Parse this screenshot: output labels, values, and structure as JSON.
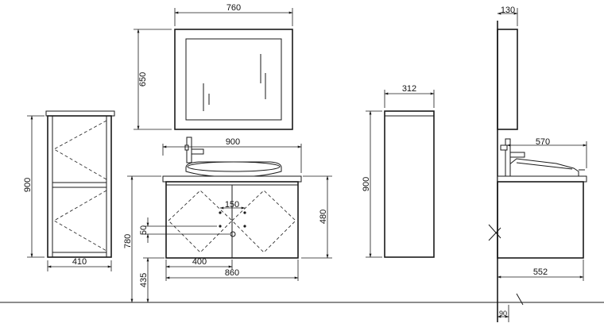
{
  "drawing": {
    "dimensions": {
      "mirror_width": "760",
      "mirror_height": "650",
      "side_cabinet_width": "312",
      "side_view_mirror_depth": "130",
      "side_view_basin_depth": "570",
      "side_view_cabinet_depth": "552",
      "side_view_wall_gap": "90",
      "shelf_height": "900",
      "shelf_width": "410",
      "basin_width": "900",
      "cabinet_height": "480",
      "inner_spacing": "150",
      "drain_offset": "50",
      "mount_height": "780",
      "floor_clearance": "435",
      "door_width": "400",
      "cabinet_width": "860",
      "side_cabinet_height": "900"
    }
  }
}
